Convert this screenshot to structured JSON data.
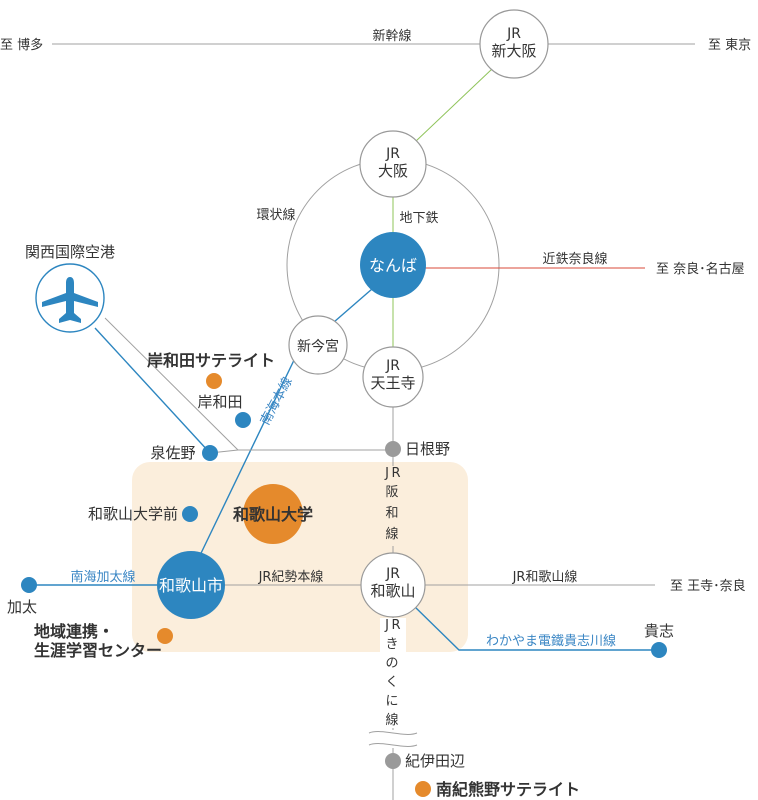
{
  "colors": {
    "nankai_blue": "#2d86c0",
    "university_orange": "#e58a2c",
    "jr_gray": "#a0a0a0",
    "kintetsu_red": "#d94a3a",
    "subway_green": "#8fc45a",
    "shinkansen_green": "#8fc45a",
    "region_beige": "#fbeedc"
  },
  "lines": {
    "shinkansen": "新幹線",
    "loop": "環状線",
    "subway": "地下鉄",
    "kintetsu_nara": "近鉄奈良線",
    "nankai_main": "南海本線",
    "jr_hanwa": [
      "J",
      "R",
      "阪",
      "和",
      "線"
    ],
    "jr_kisei": "JR紀勢本線",
    "jr_wakayama": "JR和歌山線",
    "nankai_kada": "南海加太線",
    "kishigawa": "わかやま電鐵貴志川線",
    "jr_kinokuni": [
      "J",
      "R",
      "き",
      "の",
      "く",
      "に",
      "線"
    ]
  },
  "destinations": {
    "hakata": "至 博多",
    "tokyo": "至 東京",
    "nara_nagoya": "至 奈良･名古屋",
    "oji_nara": "至 王寺･奈良"
  },
  "stations": {
    "shin_osaka": [
      "JR",
      "新大阪"
    ],
    "osaka": [
      "JR",
      "大阪"
    ],
    "namba": "なんば",
    "shin_imamiya": "新今宮",
    "tennoji": [
      "JR",
      "天王寺"
    ],
    "kishiwada": "岸和田",
    "izumisano": "泉佐野",
    "hineno": "日根野",
    "wakayama_univ_mae": "和歌山大学前",
    "wakayamashi": "和歌山市",
    "wakayama": [
      "JR",
      "和歌山"
    ],
    "kada": "加太",
    "kishi": "貴志",
    "kii_tanabe": "紀伊田辺"
  },
  "places": {
    "kansai_airport": "関西国際空港",
    "kishiwada_satellite": "岸和田サテライト",
    "wakayama_university": "和歌山大学",
    "community_center": [
      "地域連携・",
      "生涯学習センター"
    ],
    "nanki_kumano_satellite": "南紀熊野サテライト"
  },
  "icons": {
    "airport": "airplane-icon"
  }
}
